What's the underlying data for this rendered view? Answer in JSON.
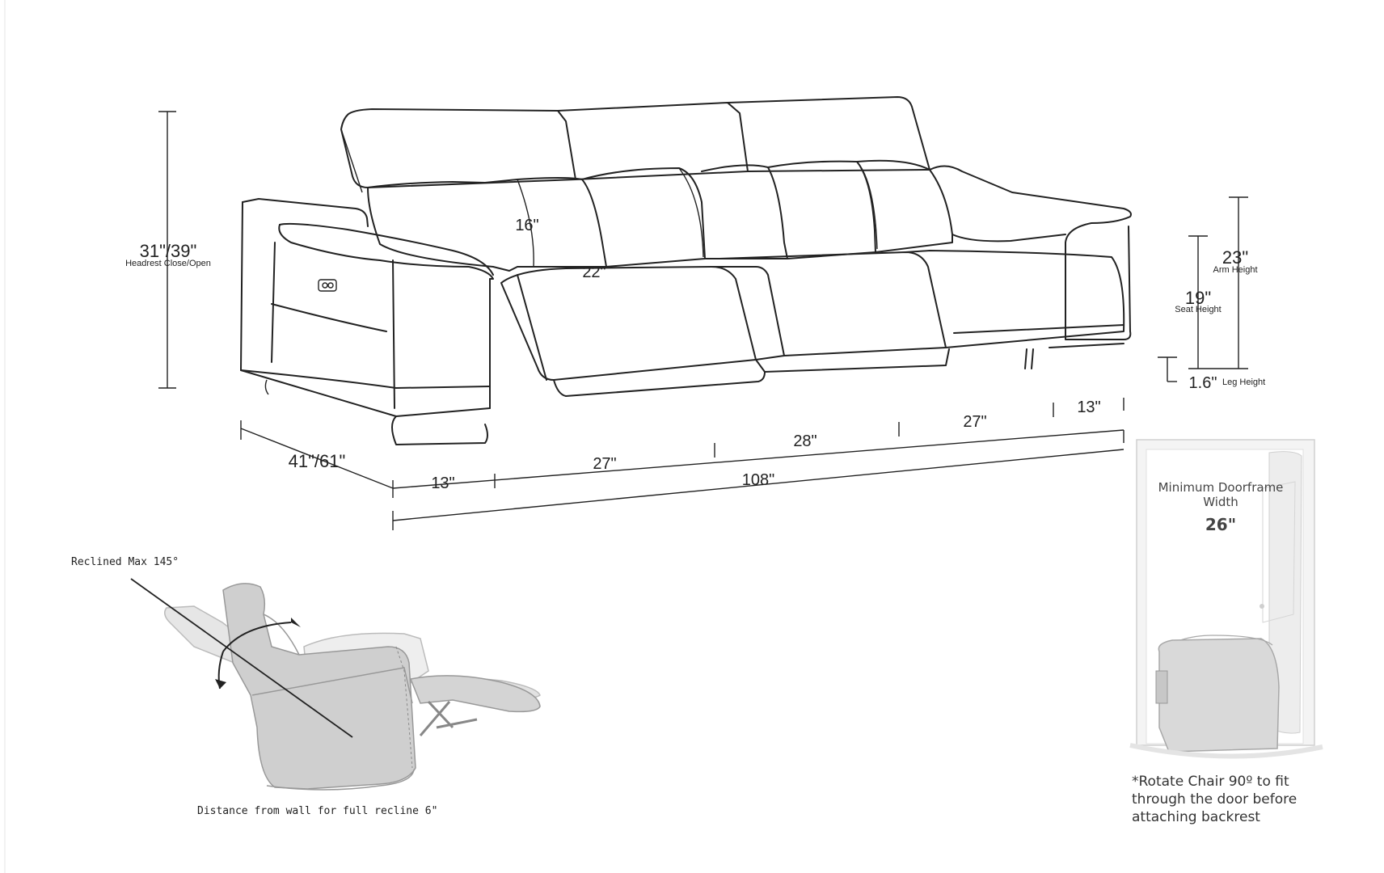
{
  "sofa": {
    "headrest_height": "31\"/39\"",
    "headrest_caption": "Headrest Close/Open",
    "backrest_height": "16\"",
    "seat_depth": "22\"",
    "arm_height": "23\"",
    "arm_caption": "Arm Height",
    "seat_height": "19\"",
    "seat_caption": "Seat Height",
    "leg_height": "1.6\"",
    "leg_caption": "Leg Height",
    "depth": "41\"/61\"",
    "back_widths": [
      "28\"",
      "27\"",
      "13\""
    ],
    "front_widths": [
      "13\"",
      "27\""
    ],
    "total_width": "108\""
  },
  "recliner": {
    "angle_label": "Reclined Max 145°",
    "wall_distance_label": "Distance from wall for full recline 6\""
  },
  "door": {
    "title_line1": "Minimum Doorframe",
    "title_line2": "Width",
    "width_value": "26\"",
    "note_line1": "*Rotate Chair 90º to fit",
    "note_line2": "through the door before",
    "note_line3": "attaching backrest"
  },
  "colors": {
    "line": "#222222",
    "chair_fill": "#cfcfcf",
    "door_frame": "#f4f4f4"
  }
}
